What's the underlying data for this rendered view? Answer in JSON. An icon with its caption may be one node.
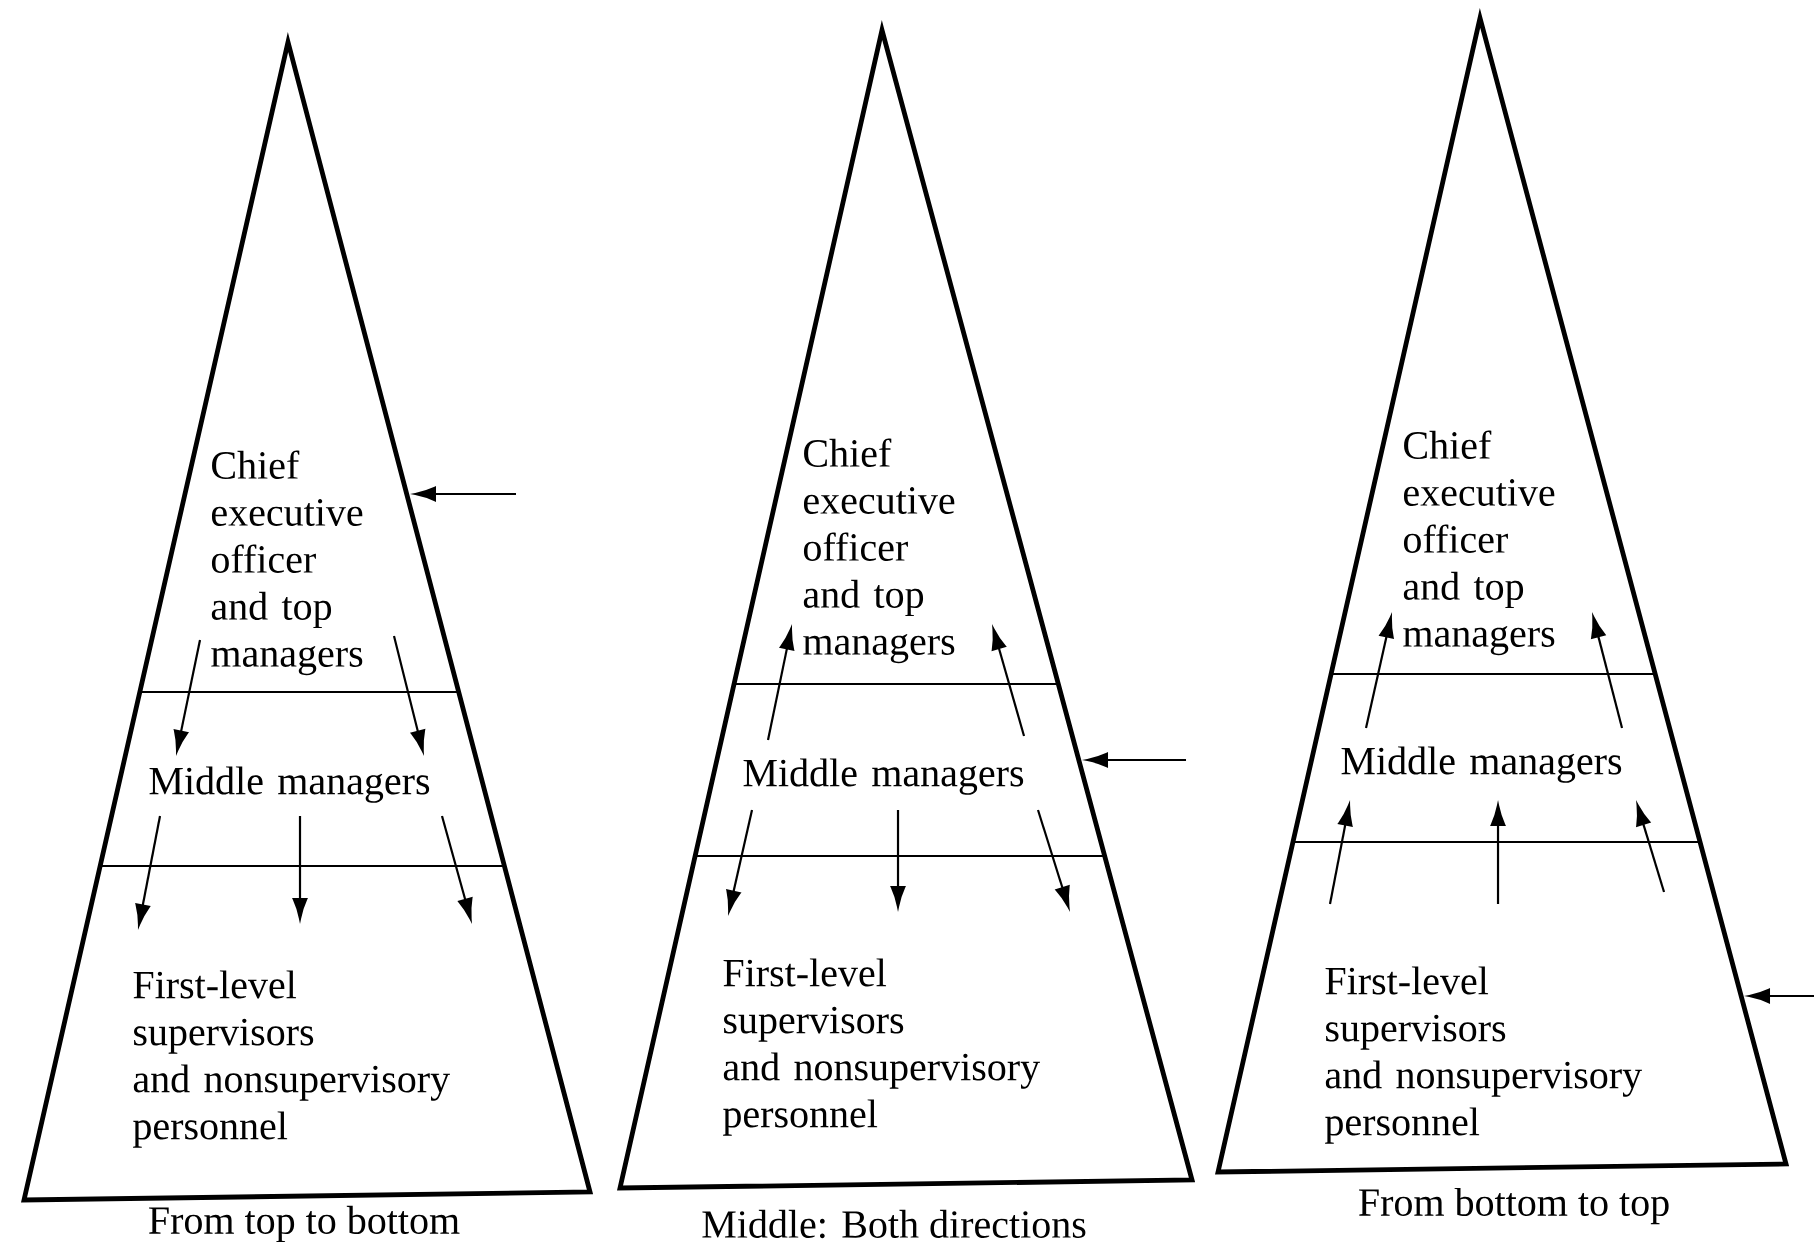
{
  "diagram": {
    "nodes": [
      {
        "text": [],
        "shape": "triangle",
        "beside": [
          "From top to bottom"
        ]
      },
      {
        "text": [
          "Chief executive officer and top managers"
        ],
        "in": 0
      },
      {
        "text": [
          "Middle managers"
        ],
        "in": 0
      },
      {
        "text": [
          "First-level supervisors and nonsupervisory personnel"
        ],
        "in": 0
      },
      {
        "text": [],
        "shape": "triangle",
        "beside": [
          "Middle: Both directions"
        ]
      },
      {
        "text": [
          "Chief executive officer and top managers"
        ],
        "in": 4
      },
      {
        "text": [
          "Middle managers"
        ],
        "in": 4
      },
      {
        "text": [
          "First-level supervisors and nonsupervisory personnel"
        ],
        "in": 4
      },
      {
        "text": [],
        "shape": "triangle",
        "beside": [
          "From bottom to top"
        ]
      },
      {
        "text": [
          "Chief executive officer and top managers"
        ],
        "in": 8
      },
      {
        "text": [
          "Middle managers"
        ],
        "in": 8
      },
      {
        "text": [
          "First-level supervisors and nonsupervisory personnel"
        ],
        "in": 8
      }
    ],
    "edges": [
      {
        "from": null,
        "to": 0,
        "arrow": "to"
      },
      {
        "from": 1,
        "to": 2,
        "arrow": "to"
      },
      {
        "from": 1,
        "to": 2,
        "arrow": "to"
      },
      {
        "from": 2,
        "to": 3,
        "arrow": "to"
      },
      {
        "from": 2,
        "to": 3,
        "arrow": "to"
      },
      {
        "from": 2,
        "to": 3,
        "arrow": "to"
      },
      {
        "from": null,
        "to": 4,
        "arrow": "to"
      },
      {
        "from": 6,
        "to": 5,
        "arrow": "to"
      },
      {
        "from": 6,
        "to": 5,
        "arrow": "to"
      },
      {
        "from": 6,
        "to": 7,
        "arrow": "to"
      },
      {
        "from": 6,
        "to": 7,
        "arrow": "to"
      },
      {
        "from": 6,
        "to": 7,
        "arrow": "to"
      },
      {
        "from": null,
        "to": 8,
        "arrow": "to"
      },
      {
        "from": 11,
        "to": 10,
        "arrow": "to"
      },
      {
        "from": 11,
        "to": 10,
        "arrow": "to"
      },
      {
        "from": 11,
        "to": 10,
        "arrow": "to"
      },
      {
        "from": 10,
        "to": 9,
        "arrow": "to"
      },
      {
        "from": 10,
        "to": 9,
        "arrow": "to"
      }
    ]
  }
}
